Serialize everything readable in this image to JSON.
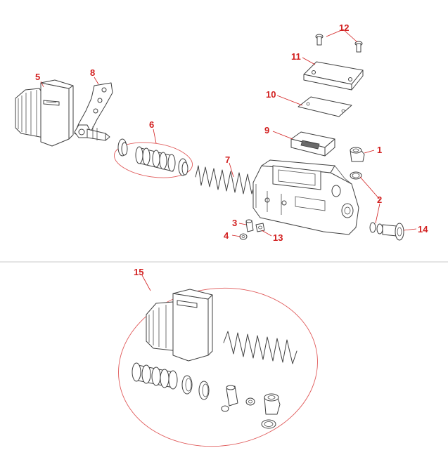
{
  "callouts": {
    "c1": "1",
    "c2": "2",
    "c3": "3",
    "c4": "4",
    "c5": "5",
    "c6": "6",
    "c7": "7",
    "c8": "8",
    "c9": "9",
    "c10": "10",
    "c11": "11",
    "c12": "12",
    "c13": "13",
    "c14": "14",
    "c15": "15"
  },
  "colors": {
    "callout": "#d21f1f",
    "outline": "#404040",
    "divider": "#c8c8c8",
    "kit_ring": "#e05a5a"
  }
}
